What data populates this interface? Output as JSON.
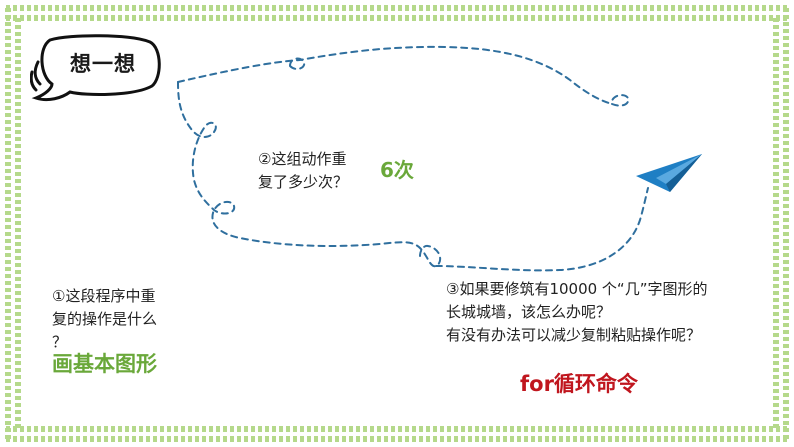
{
  "bubble": {
    "title": "想一想"
  },
  "question_2": {
    "lines": [
      "②这组动作重",
      "复了多少次？"
    ]
  },
  "answer_2": "6次",
  "question_1": {
    "lines": [
      "①这段程序中重",
      "复的操作是什么",
      "？"
    ]
  },
  "answer_1": "画基本图形",
  "question_3": {
    "lines": [
      "③如果要修筑有10000 个“几”字图形的",
      "长城城墙，该怎么办呢？",
      "有没有办法可以减少复制粘贴操作呢？"
    ]
  },
  "answer_3": "for循环命令",
  "colors": {
    "frame_green": "#b5d98b",
    "dash_blue": "#2f6f9e",
    "answer_green": "#6aa83a",
    "answer_red": "#c0161e",
    "plane_blue": "#1f7fc4"
  }
}
